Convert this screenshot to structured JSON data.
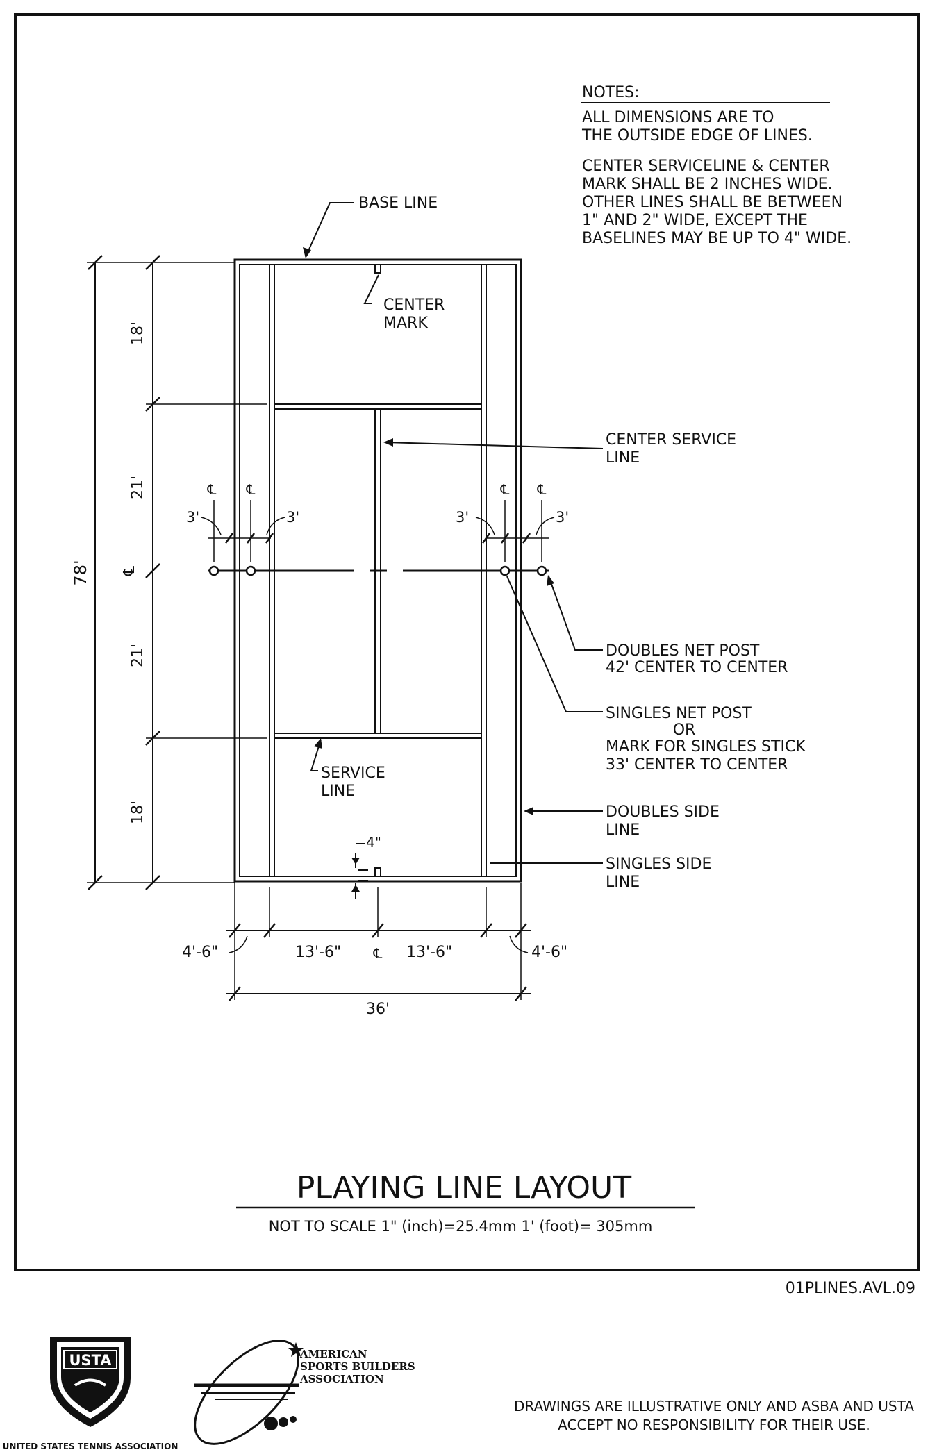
{
  "notes": {
    "heading": "NOTES:",
    "para1": [
      "ALL DIMENSIONS ARE TO",
      "THE OUTSIDE EDGE OF LINES."
    ],
    "para2": [
      "CENTER SERVICELINE & CENTER",
      "MARK SHALL BE 2 INCHES WIDE.",
      "OTHER LINES SHALL BE BETWEEN",
      "1\" AND 2\" WIDE, EXCEPT THE",
      "BASELINES MAY BE UP TO 4\" WIDE."
    ]
  },
  "labels": {
    "base_line": "BASE LINE",
    "center_mark": [
      "CENTER",
      "MARK"
    ],
    "center_service_line": [
      "CENTER SERVICE",
      "LINE"
    ],
    "doubles_net_post": [
      "DOUBLES NET POST",
      "42' CENTER TO CENTER"
    ],
    "singles_net_post": [
      "SINGLES NET POST",
      "OR",
      "MARK FOR SINGLES STICK",
      "33' CENTER TO CENTER"
    ],
    "doubles_side_line": [
      "DOUBLES SIDE",
      "LINE"
    ],
    "singles_side_line": [
      "SINGLES SIDE",
      "LINE"
    ],
    "service_line": [
      "SERVICE",
      "LINE"
    ]
  },
  "dimensions": {
    "total_length": "78'",
    "segment_18_top": "18'",
    "segment_21_top": "21'",
    "segment_21_bottom": "21'",
    "segment_18_bottom": "18'",
    "center_symbol": "℄",
    "post_offset_left_outer": "3'",
    "post_offset_left_inner": "3'",
    "post_offset_right_inner": "3'",
    "post_offset_right_outer": "3'",
    "alley_left": "4'-6\"",
    "service_left": "13'-6\"",
    "service_right": "13'-6\"",
    "alley_right": "4'-6\"",
    "total_width": "36'",
    "center_mark_len": "4\""
  },
  "title": {
    "main": "PLAYING LINE LAYOUT",
    "sub": "NOT TO SCALE   1\" (inch)=25.4mm   1' (foot)= 305mm"
  },
  "drawing_code": "01PLINES.AVL.09",
  "logos": {
    "usta_mark": "USTA",
    "usta_name": "UNITED STATES TENNIS ASSOCIATION",
    "asba_name": [
      "AMERICAN",
      "SPORTS BUILDERS",
      "ASSOCIATION"
    ]
  },
  "disclaimer": [
    "DRAWINGS ARE ILLUSTRATIVE ONLY AND ASBA AND USTA",
    "ACCEPT NO RESPONSIBILITY FOR THEIR USE."
  ]
}
